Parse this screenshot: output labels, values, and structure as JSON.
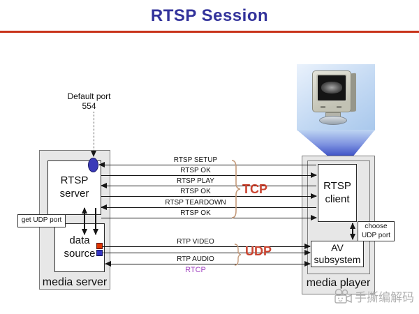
{
  "slide": {
    "title": "RTSP Session"
  },
  "colors": {
    "title": "#33339b",
    "divider_rule": "#c8331a",
    "protocol_group_label": "#cb4430",
    "brace": "#c49a7a",
    "rtcp_label": "#a040c0",
    "default_port_oval": "#3a3ab8",
    "video_port_square": "#e03400",
    "audio_port_square": "#3434c4"
  },
  "annotations": {
    "default_port_line1": "Default port",
    "default_port_line2": "554",
    "get_udp_port": "get UDP port",
    "choose_udp_line1": "choose",
    "choose_udp_line2": "UDP port"
  },
  "media_server": {
    "label": "media server",
    "rtsp_server_line1": "RTSP",
    "rtsp_server_line2": "server",
    "data_source_line1": "data",
    "data_source_line2": "source"
  },
  "media_player": {
    "label": "media player",
    "rtsp_client_line1": "RTSP",
    "rtsp_client_line2": "client",
    "av_line1": "AV",
    "av_line2": "subsystem"
  },
  "messages": {
    "setup": "RTSP SETUP",
    "ok_setup": "RTSP OK",
    "play": "RTSP PLAY",
    "ok_play": "RTSP OK",
    "teardown": "RTSP TEARDOWN",
    "ok_teardown": "RTSP OK",
    "rtp_video": "RTP VIDEO",
    "rtp_audio": "RTP AUDIO",
    "rtcp": "RTCP"
  },
  "groups": {
    "tcp": "TCP",
    "udp": "UDP"
  },
  "watermark": {
    "text": "手撕编解码",
    "icon": "video-camera-icon"
  }
}
